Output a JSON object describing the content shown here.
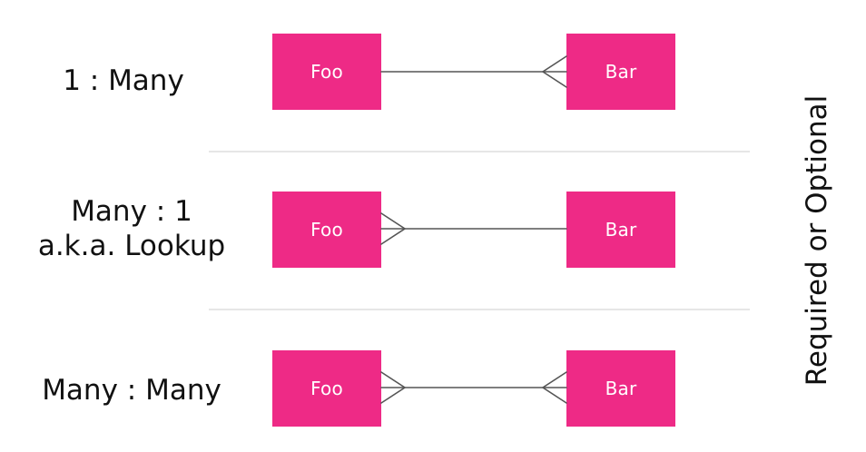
{
  "rows": [
    {
      "label_lines": [
        "1 : Many"
      ],
      "left_entity": "Foo",
      "right_entity": "Bar",
      "left_end": "one",
      "right_end": "many"
    },
    {
      "label_lines": [
        "Many : 1",
        "a.k.a. Lookup"
      ],
      "left_entity": "Foo",
      "right_entity": "Bar",
      "left_end": "many",
      "right_end": "one"
    },
    {
      "label_lines": [
        "Many : Many"
      ],
      "left_entity": "Foo",
      "right_entity": "Bar",
      "left_end": "many",
      "right_end": "many"
    }
  ],
  "side_label": "Required or Optional",
  "colors": {
    "entity_fill": "#ee2a86",
    "entity_text": "#ffffff",
    "connector": "#555555",
    "divider": "#e6e6e6",
    "text": "#111111"
  }
}
